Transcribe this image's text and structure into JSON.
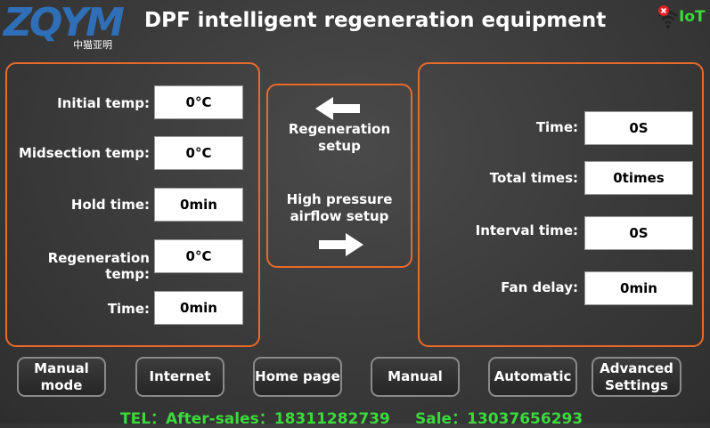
{
  "header": {
    "logo_text": "ZQYM",
    "logo_subtext": "中猫亚明",
    "title": "DPF intelligent regeneration equipment",
    "iot_label": "IoT"
  },
  "left_panel": {
    "rows": [
      {
        "label": "Initial temp:",
        "value": "0°C"
      },
      {
        "label": "Midsection temp:",
        "value": "0°C"
      },
      {
        "label": "Hold time:",
        "value": "0min"
      },
      {
        "label": "Regeneration temp:",
        "value": "0°C"
      },
      {
        "label": "Time:",
        "value": "0min"
      }
    ]
  },
  "middle_panel": {
    "regeneration_setup": "Regeneration\nsetup",
    "high_pressure_setup": "High pressure\nairflow setup"
  },
  "right_panel": {
    "rows": [
      {
        "label": "Time:",
        "value": "0S"
      },
      {
        "label": "Total times:",
        "value": "0times"
      },
      {
        "label": "Interval time:",
        "value": "0S"
      },
      {
        "label": "Fan delay:",
        "value": "0min"
      }
    ]
  },
  "buttons": {
    "manual_mode": "Manual\nmode",
    "internet": "Internet",
    "home_page": "Home page",
    "manual": "Manual",
    "automatic": "Automatic",
    "advanced_settings": "Advanced\nSettings"
  },
  "footer": {
    "tel": "TEL：After-sales：18311282739",
    "sale": "Sale：13037656293"
  },
  "colors": {
    "panel_border": "#e86a2a",
    "footer_text": "#3bd93b",
    "iot_text": "#3bd93b",
    "logo": "#2f6fb8",
    "wifi_error": "#e02020"
  }
}
